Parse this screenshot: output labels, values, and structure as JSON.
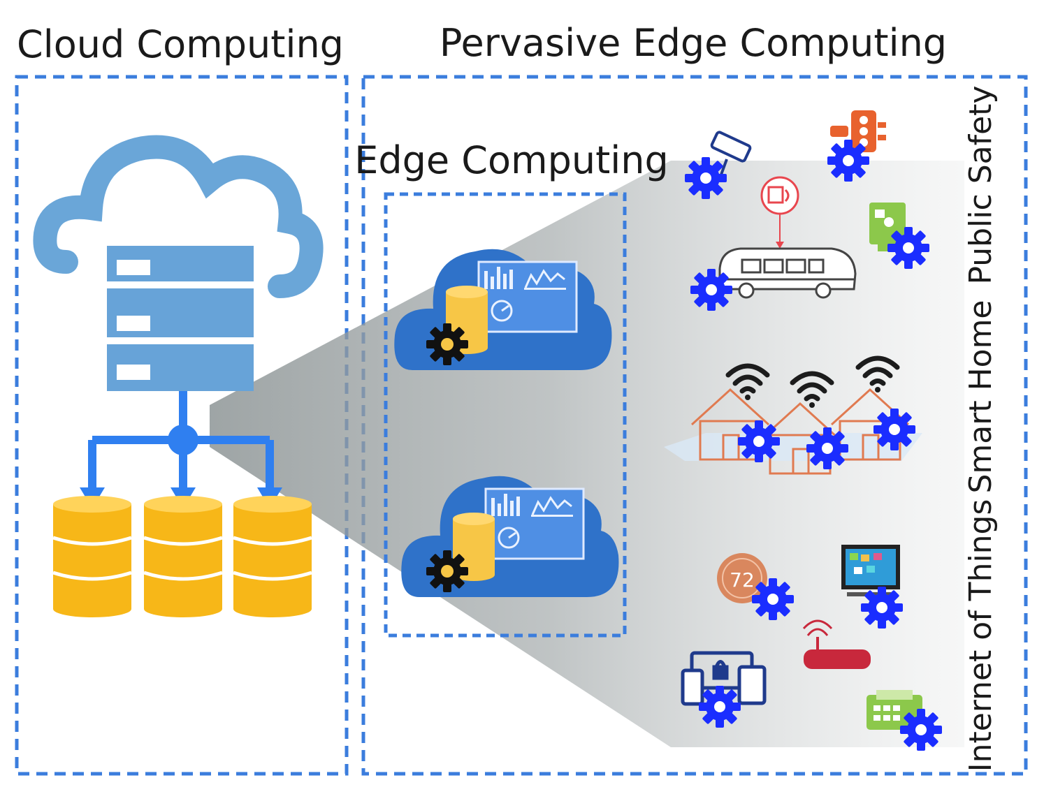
{
  "titles": {
    "cloud": "Cloud Computing",
    "pervasive": "Pervasive Edge Computing",
    "edge": "Edge Computing"
  },
  "categories": {
    "public_safety": "Public Safety",
    "smart_home": "Smart Home",
    "iot": "Internet of Things"
  },
  "thermostat_reading": "72",
  "colors": {
    "frame_dash": "#3b7ddd",
    "cloud_light": "#6aa6d8",
    "server": "#67a3d8",
    "link_blue": "#2f7ff0",
    "database_gold": "#f7b718",
    "edge_cloud": "#2f72c9",
    "dashboard": "#4f8fe4",
    "gear_blue": "#1a2dff",
    "gear_black": "#111111",
    "shadow": "#8e9697",
    "safety_orange": "#e8622e",
    "iot_green": "#8cc84b",
    "router_red": "#c8283c",
    "thermostat": "#d9875e",
    "device_navy": "#1f3a8c"
  },
  "icons": [
    "cloud-icon",
    "server-rack-icon",
    "database-icon",
    "gear-icon",
    "dashboard-icon",
    "security-camera-icon",
    "traffic-light-icon",
    "alarm-speaker-icon",
    "bus-icon",
    "intercom-icon",
    "house-icon",
    "wifi-icon",
    "thermostat-icon",
    "smart-tv-icon",
    "router-icon",
    "secure-devices-icon",
    "fax-printer-icon"
  ]
}
